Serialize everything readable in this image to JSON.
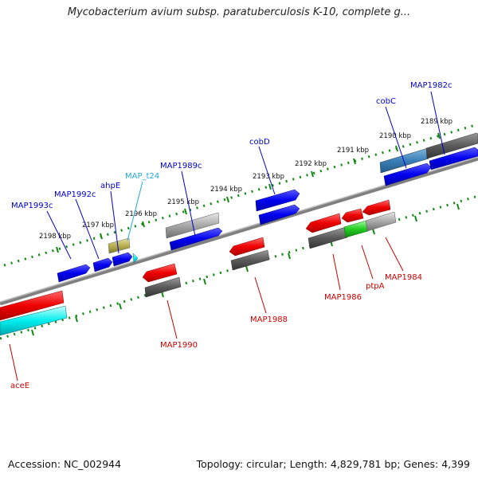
{
  "title": "Mycobacterium avium subsp. paratuberculosis K-10, complete g...",
  "footer": {
    "accession": "Accession: NC_002944",
    "summary": "Topology: circular; Length: 4,829,781 bp; Genes: 4,399"
  },
  "colors": {
    "forward_gene": "#0000ee",
    "reverse_gene": "#ee0000",
    "trna": "#00bbdd",
    "label_forward": "#0000cc",
    "label_reverse": "#cc0000",
    "label_trna": "#22aadd",
    "ruler_dots": "#118811",
    "backbone": "#808080"
  },
  "ruler_labels": [
    "2198 kbp",
    "2197 kbp",
    "2196 kbp",
    "2195 kbp",
    "2194 kbp",
    "2193 kbp",
    "2192 kbp",
    "2191 kbp",
    "2190 kbp",
    "2189 kbp"
  ],
  "gene_labels": {
    "forward": [
      "MAP1993c",
      "MAP1992c",
      "ahpE",
      "MAP1989c",
      "cobD",
      "cobC",
      "MAP1982c"
    ],
    "trna": [
      "MAP_t24"
    ],
    "reverse": [
      "aceE",
      "MAP1990",
      "MAP1988",
      "MAP1986",
      "ptpA",
      "MAP1984"
    ]
  }
}
